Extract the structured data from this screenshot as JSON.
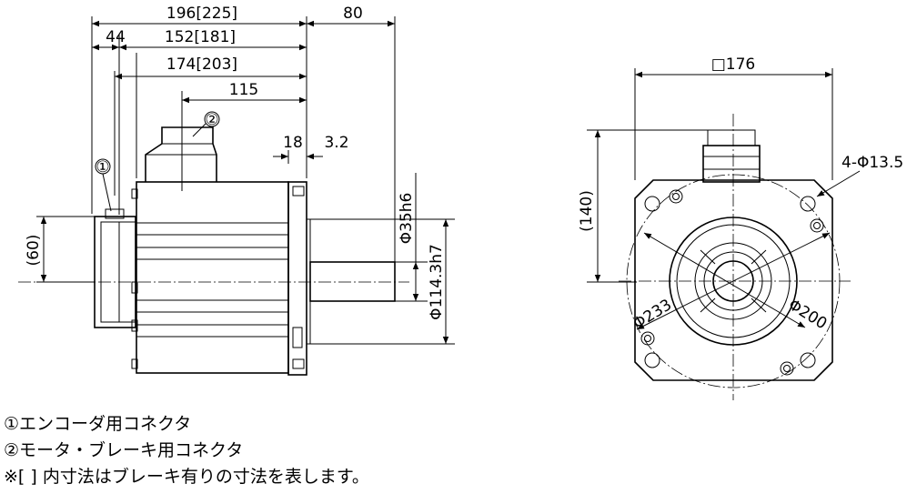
{
  "side_view": {
    "dims": {
      "total_length": "196[225]",
      "shaft_length": "80",
      "flange_offset": "44",
      "body_length": "152[181]",
      "encoder_to_front": "174[203]",
      "connector_to_front": "115",
      "flange_thickness": "18",
      "shaft_shoulder": "3.2",
      "shaft_diameter": "Φ35h6",
      "pilot_diameter": "Φ114.3h7",
      "encoder_height": "(60)"
    },
    "callouts": {
      "encoder_connector": "①",
      "brake_connector": "②"
    }
  },
  "front_view": {
    "dims": {
      "flange_square": "□176",
      "connector_height": "(140)",
      "mounting_holes": "4-Φ13.5",
      "bolt_circle": "Φ233",
      "housing_diameter": "Φ200"
    }
  },
  "notes": [
    "①エンコーダ用コネクタ",
    "②モータ・ブレーキ用コネクタ",
    "※[ ] 内寸法はブレーキ有りの寸法を表します。"
  ]
}
